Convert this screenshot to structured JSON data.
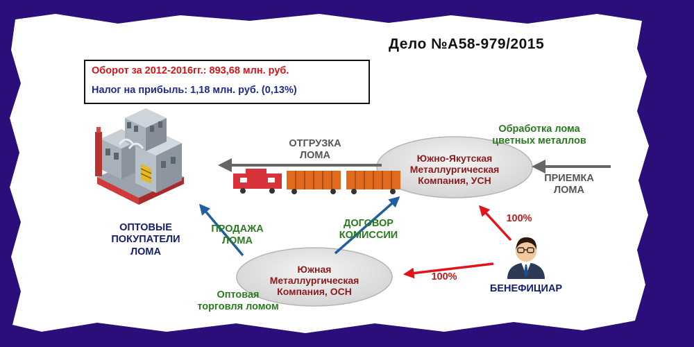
{
  "case_number": "Дело №А58-979/2015",
  "info": {
    "turnover": "Оборот за 2012-2016гг.: 893,68 млн. руб.",
    "tax": "Налог на прибыль: 1,18 млн. руб. (0,13%)"
  },
  "nodes": {
    "buyers": [
      "ОПТОВЫЕ",
      "ПОКУПАТЕЛИ",
      "ЛОМА"
    ],
    "syuzhno": [
      "Южно-Якутская",
      "Металлургическая",
      "Компания, УСН"
    ],
    "south": [
      "Южная",
      "Металлургическая",
      "Компания, ОСН"
    ],
    "beneficiary": "БЕНЕФИЦИАР"
  },
  "labels": {
    "shipment": [
      "ОТГРУЗКА",
      "ЛОМА"
    ],
    "processing": [
      "Обработка лома",
      "цветных металлов"
    ],
    "receiving": [
      "ПРИЕМКА",
      "ЛОМА"
    ],
    "sale": [
      "ПРОДАЖА",
      "ЛОМА"
    ],
    "contract": [
      "ДОГОВОР",
      "КОМИССИИ"
    ],
    "wholesale": [
      "Оптовая",
      "торговля ломом"
    ],
    "pct_upper": "100%",
    "pct_lower": "100%"
  },
  "colors": {
    "background": "#2b0e7a",
    "red": "#d4141a",
    "blue": "#1b2a8c",
    "green": "#2a7a1f",
    "arrow_blue": "#1f5fa0",
    "arrow_red": "#e0141a",
    "wagon": "#e06a1e",
    "loco": "#d8333a"
  }
}
